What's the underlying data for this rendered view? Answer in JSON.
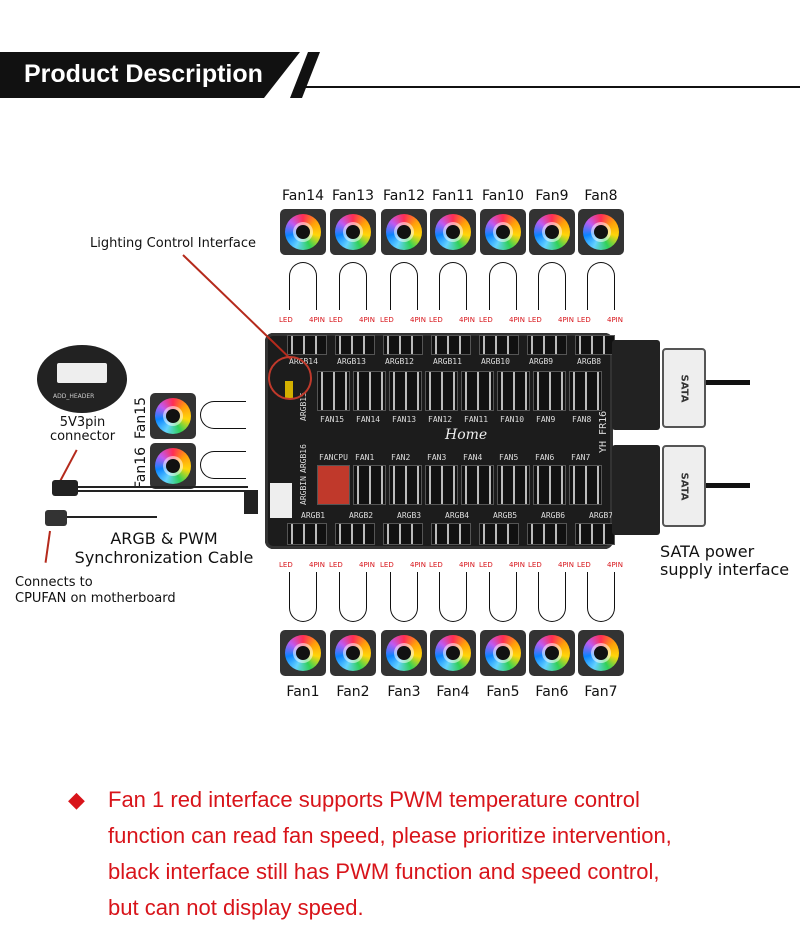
{
  "header": {
    "title": "Product Description"
  },
  "fans_top": [
    "Fan14",
    "Fan13",
    "Fan12",
    "Fan11",
    "Fan10",
    "Fan9",
    "Fan8"
  ],
  "fans_bottom": [
    "Fan1",
    "Fan2",
    "Fan3",
    "Fan4",
    "Fan5",
    "Fan6",
    "Fan7"
  ],
  "fans_side": [
    "Fan15",
    "Fan16"
  ],
  "board": {
    "logo": "Home",
    "model": "YH FR16",
    "argb_top": [
      "ARGB14",
      "ARGB13",
      "ARGB12",
      "ARGB11",
      "ARGB10",
      "ARGB9",
      "ARGB8"
    ],
    "fan_top": [
      "FAN15",
      "FAN14",
      "FAN13",
      "FAN12",
      "FAN11",
      "FAN10",
      "FAN9",
      "FAN8"
    ],
    "fan_bottom": [
      "FANCPU",
      "FAN1",
      "FAN2",
      "FAN3",
      "FAN4",
      "FAN5",
      "FAN6",
      "FAN7"
    ],
    "argb_bottom": [
      "ARGB1",
      "ARGB2",
      "ARGB3",
      "ARGB4",
      "ARGB5",
      "ARGB6",
      "ARGB7"
    ],
    "argb_side": [
      "ARGB15",
      "ARGB16",
      "ARGBIN"
    ],
    "pin_label": "4PIN",
    "led_label": "LED"
  },
  "sata_label": "SATA",
  "annotations": {
    "lighting": "Lighting Control Interface",
    "connector_line1": "5V3pin",
    "connector_line2": "connector",
    "header_label": "ADD_HEADER",
    "cable_line1": "ARGB & PWM",
    "cable_line2": "Synchronization Cable",
    "cpufan_line1": "Connects to",
    "cpufan_line2": "CPUFAN on motherboard",
    "sata_line1": "SATA power",
    "sata_line2": "supply interface"
  },
  "note": {
    "bullet": "◆",
    "lines": [
      "Fan 1 red interface supports PWM temperature control",
      "function can read fan speed, please prioritize intervention,",
      "black interface still has PWM function and speed control,",
      "but can not display speed."
    ]
  },
  "colors": {
    "note_text": "#d8141a",
    "header_bg": "#111111",
    "fancpu_header": "#c0392b"
  }
}
